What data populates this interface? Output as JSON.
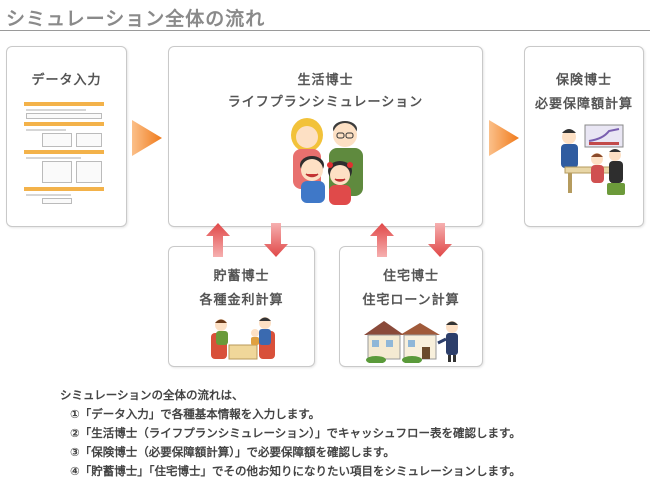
{
  "header": {
    "title": "シミュレーション全体の流れ"
  },
  "cards": {
    "data_input": {
      "title": "データ入力"
    },
    "seikatsu": {
      "title": "生活博士",
      "subtitle": "ライフプランシミュレーション"
    },
    "hoken": {
      "title": "保険博士",
      "subtitle": "必要保障額計算"
    },
    "chochiku": {
      "title": "貯蓄博士",
      "subtitle": "各種金利計算"
    },
    "jutaku": {
      "title": "住宅博士",
      "subtitle": "住宅ローン計算"
    }
  },
  "description": {
    "intro": "シミュレーションの全体の流れは、",
    "steps": [
      "①「データ入力」で各種基本情報を入力します。",
      "②「生活博士（ライフプランシミュレーション）」でキャッシュフロー表を確認します。",
      "③「保険博士（必要保障額計算）」で必要保障額を確認します。",
      "④「貯蓄博士」「住宅博士」でその他お知りになりたい項目をシミュレーションします。"
    ]
  },
  "colors": {
    "flow_arrow": "#f07a1a",
    "link_arrow": "#e85a5a",
    "form_accent": "#f3b24a"
  }
}
